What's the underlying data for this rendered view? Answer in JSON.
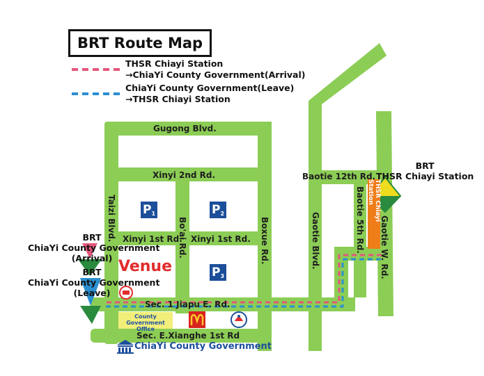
{
  "title": "BRT Route Map",
  "legend": [
    {
      "line1": "THSR Chiayi Station",
      "line2": "→ChiaYi County Government(Arrival)",
      "color": "#e4577a"
    },
    {
      "line1": "ChiaYi County Government(Leave)",
      "line2": "→THSR Chiayi Station",
      "color": "#2a8fd0"
    }
  ],
  "roads": {
    "gugong": "Gugong Blvd.",
    "xinyi2": "Xinyi 2nd Rd.",
    "xinyi1a": "Xinyi 1st Rd.",
    "xinyi1b": "Xinyi 1st Rd.",
    "taizi": "Taizi Blvd.",
    "boai": "Bo'ai Rd.",
    "boxue": "Boxue Rd.",
    "gaotie": "Gaotie Blvd.",
    "baotie12": "Baotie 12th Rd.",
    "baotie5": "Baotie 5th Rd.",
    "gaotiew": "Gaotie W. Rd.",
    "jiapu": "Sec. 1 Jiapu E. Rd.",
    "xianghe": "Sec. E.Xianghe 1st Rd"
  },
  "stops": {
    "thsr": {
      "line1": "BRT",
      "line2": "THSR Chiayi Station"
    },
    "arrival": {
      "line1": "BRT",
      "line2": "ChiaYi County Government",
      "line3": "(Arrival)"
    },
    "leave": {
      "line1": "BRT",
      "line2": "ChiaYi County Government",
      "line3": "(Leave)"
    }
  },
  "landmarks": {
    "venue": "Venue",
    "thsr_building": "THSR Chiayi Station",
    "county_office": [
      "County",
      "Government",
      "Office"
    ],
    "government": "ChiaYi County Government"
  },
  "parking": [
    {
      "letter": "P",
      "num": "1"
    },
    {
      "letter": "P",
      "num": "2"
    },
    {
      "letter": "P",
      "num": "3"
    }
  ],
  "colors": {
    "road": "#8ccd55",
    "arrival_route": "#e4577a",
    "leave_route": "#2a8fd0",
    "parking": "#1c4e9a",
    "venue": "#e22c2c",
    "thsr_building": "#ef7d1a"
  }
}
